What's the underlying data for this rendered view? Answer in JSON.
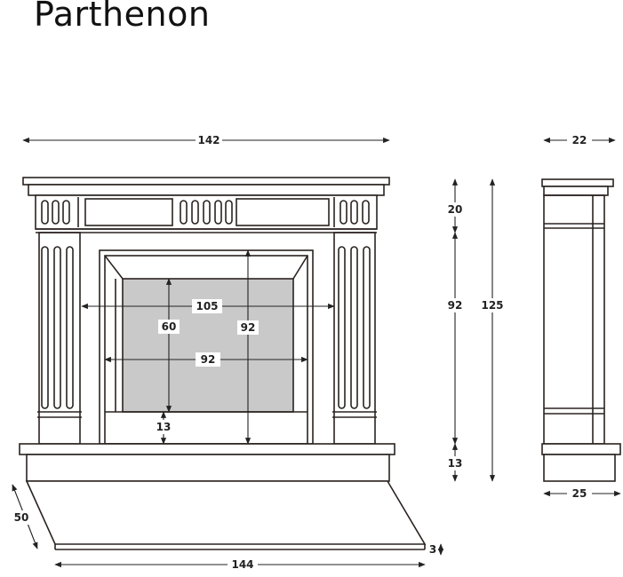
{
  "title": "Parthenon",
  "dimensions": {
    "overall_width": "142",
    "side_depth_top": "22",
    "frieze_height": "20",
    "body_height": "92",
    "total_height": "125",
    "base_height": "13",
    "side_depth_bottom": "25",
    "opening_width": "105",
    "opening_height": "92",
    "inner_height": "60",
    "inner_width": "92",
    "inner_sill": "13",
    "hearth_depth": "50",
    "hearth_width": "144",
    "hearth_thickness": "3"
  },
  "colors": {
    "line": "#2a2320",
    "firebox": "#c9c9c9",
    "background": "#ffffff"
  }
}
